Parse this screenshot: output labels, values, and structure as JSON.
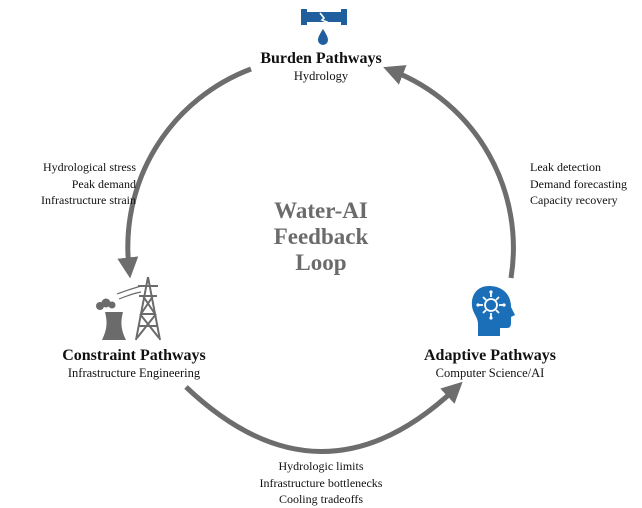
{
  "center": {
    "line1": "Water-AI",
    "line2": "Feedback",
    "line3": "Loop"
  },
  "nodes": {
    "burden": {
      "title": "Burden Pathways",
      "subtitle": "Hydrology",
      "icon": "water-pipe-leak-icon",
      "color": "#1f5f9e"
    },
    "constraint": {
      "title": "Constraint Pathways",
      "subtitle": "Infrastructure Engineering",
      "icon": "power-plant-tower-icon",
      "color": "#6b6b6b"
    },
    "adaptive": {
      "title": "Adaptive Pathways",
      "subtitle": "Computer Science/AI",
      "icon": "ai-head-icon",
      "color": "#1b6fb8"
    }
  },
  "edges": {
    "burden_to_constraint": {
      "items": [
        "Hydrological stress",
        "Peak demand",
        "Infrastructure strain"
      ]
    },
    "adaptive_to_burden": {
      "items": [
        "Leak detection",
        "Demand forecasting",
        "Capacity recovery"
      ]
    },
    "constraint_to_adaptive": {
      "items": [
        "Hydrologic limits",
        "Infrastructure bottlenecks",
        "Cooling tradeoffs"
      ]
    }
  },
  "colors": {
    "arrow": "#6d6d6d",
    "center_text": "#6b6b6b"
  }
}
